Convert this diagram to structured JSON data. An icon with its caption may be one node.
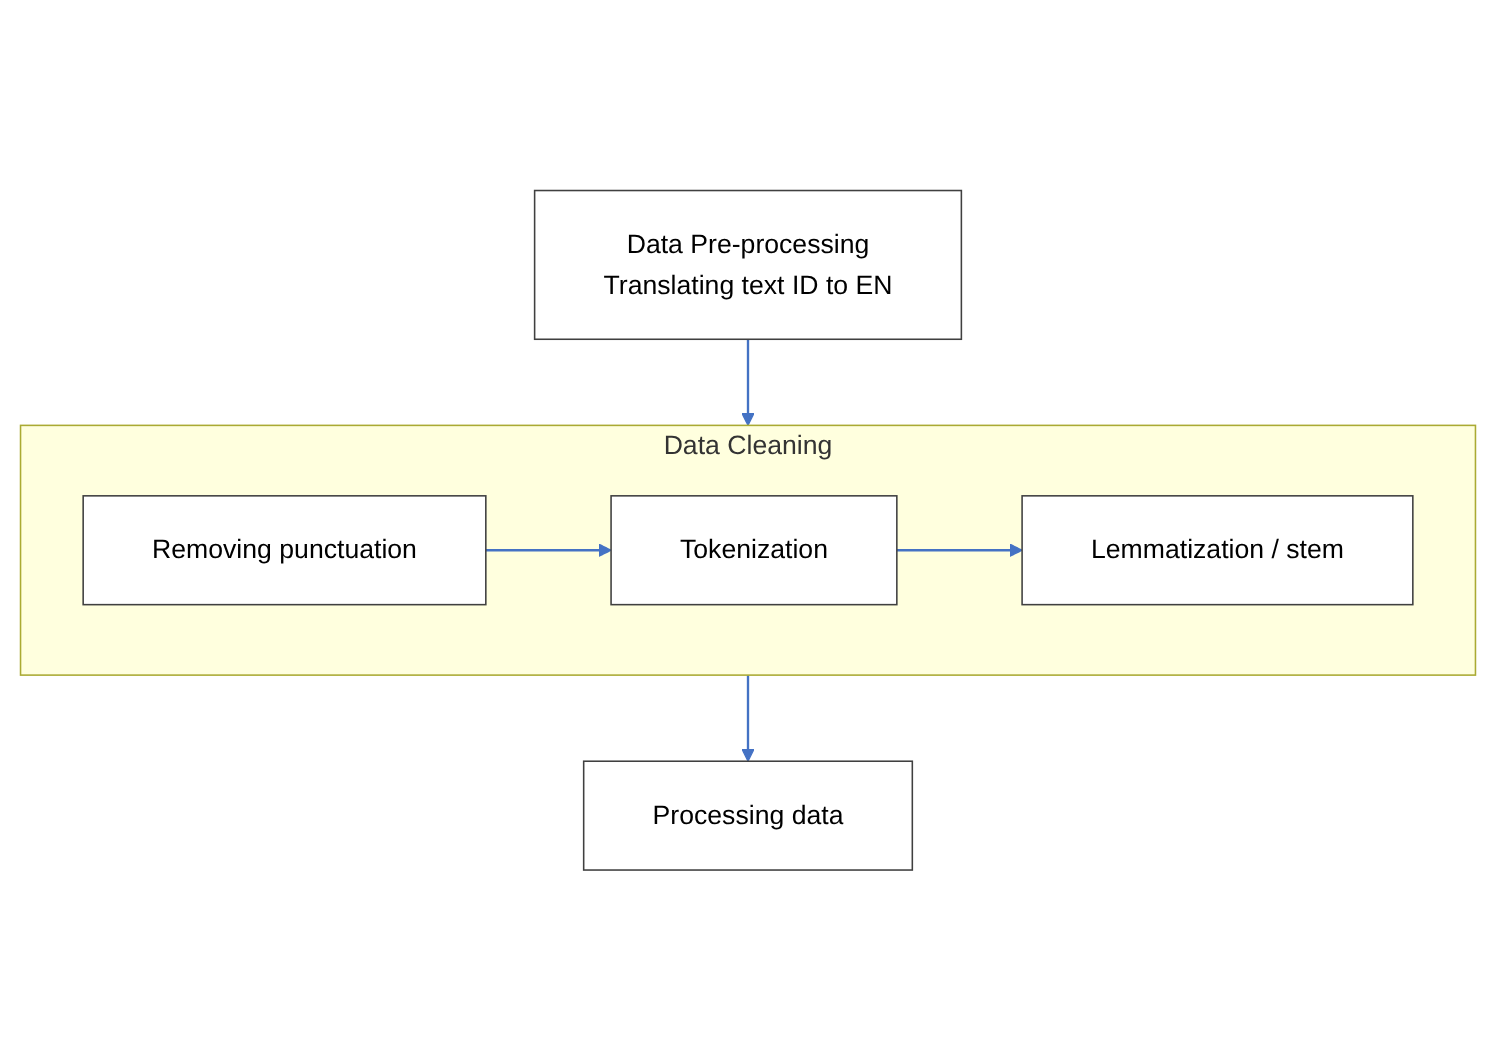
{
  "diagram": {
    "nodes": [
      {
        "text": [
          "Data Pre-processing",
          "Translating text ID to EN"
        ]
      },
      {
        "text": [
          "Data Cleaning"
        ]
      },
      {
        "text": [
          "Removing punctuation"
        ],
        "in": 1
      },
      {
        "text": [
          "Tokenization"
        ],
        "in": 1
      },
      {
        "text": [
          "Lemmatization / stem"
        ],
        "in": 1
      },
      {
        "text": [
          "Processing data"
        ]
      }
    ],
    "edges": [
      {
        "from": 0,
        "to": 1,
        "arrow": "to"
      },
      {
        "from": 2,
        "to": 3,
        "arrow": "to"
      },
      {
        "from": 3,
        "to": 4,
        "arrow": "to"
      },
      {
        "from": 1,
        "to": 5,
        "arrow": "to"
      }
    ]
  }
}
